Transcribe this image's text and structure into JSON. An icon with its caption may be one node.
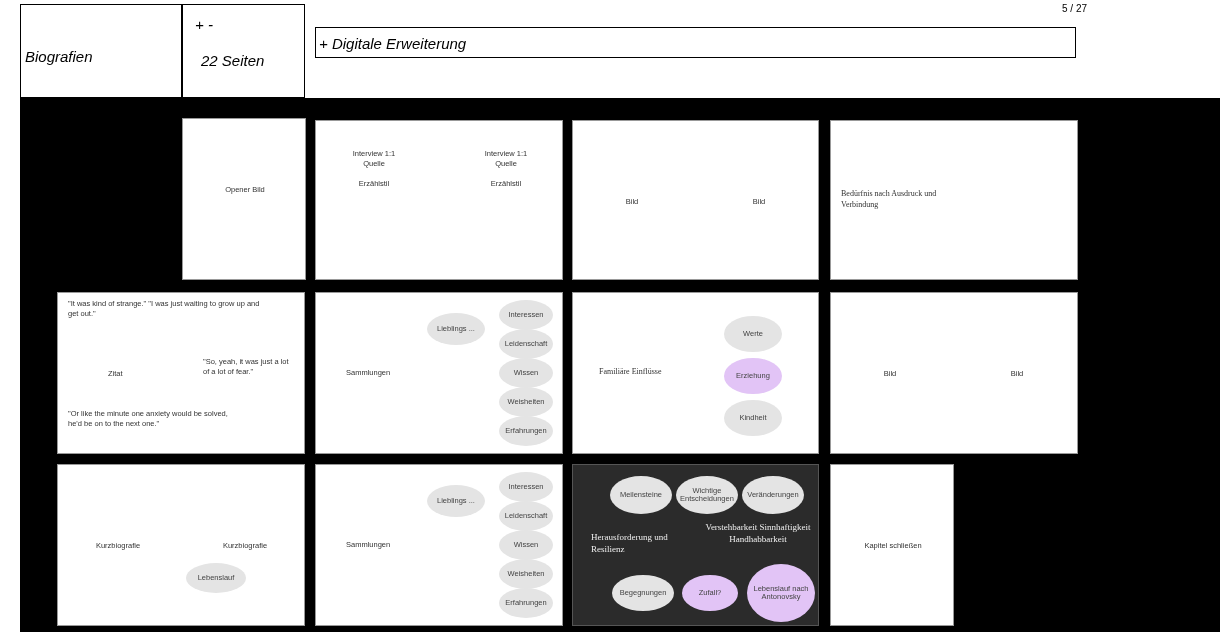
{
  "diagram": {
    "nodes": [
      {
        "text": [
          "Biografien"
        ]
      },
      {
        "text": [
          "+ -",
          "22 Seiten"
        ]
      },
      {
        "text": [
          "+ Digitale Erweiterung"
        ]
      },
      {
        "text": [
          "Opener Bild"
        ]
      },
      {
        "text": [
          "Interview 1:1 Quelle",
          "Erzählstil",
          "Interview 1:1 Quelle",
          "Erzählstil"
        ]
      },
      {
        "text": [
          "Bild",
          "Bild"
        ]
      },
      {
        "text": [
          "Bedürfnis nach Ausdruck und Verbindung"
        ]
      },
      {
        "text": [
          "\"It was kind of strange.\" \"I was just waiting to grow up and get out.\"",
          "Zitat",
          "\"So, yeah, it was just a lot of a lot of fear.\"",
          "\"Or like the minute one anxiety would be solved, he'd be on to the next one.\""
        ]
      },
      {
        "text": [
          "Sammlungen"
        ]
      },
      {
        "text": [
          "Lieblings ..."
        ],
        "in": 8
      },
      {
        "text": [
          "Interessen"
        ],
        "in": 8
      },
      {
        "text": [
          "Leidenschaft"
        ],
        "in": 8
      },
      {
        "text": [
          "Wissen"
        ],
        "in": 8
      },
      {
        "text": [
          "Weisheiten"
        ],
        "in": 8
      },
      {
        "text": [
          "Erfahrungen"
        ],
        "in": 8
      },
      {
        "text": [
          "Familiäre Einflüsse"
        ]
      },
      {
        "text": [
          "Werte"
        ],
        "in": 15
      },
      {
        "text": [
          "Erziehung"
        ],
        "in": 15
      },
      {
        "text": [
          "Kindheit"
        ],
        "in": 15
      },
      {
        "text": [
          "Bild",
          "Bild"
        ]
      },
      {
        "text": [
          "Kurzbiografie",
          "Kurzbiografie"
        ]
      },
      {
        "text": [
          "Lebenslauf"
        ],
        "in": 20
      },
      {
        "text": [
          "Sammlungen"
        ]
      },
      {
        "text": [
          "Lieblings ..."
        ],
        "in": 22
      },
      {
        "text": [
          "Interessen"
        ],
        "in": 22
      },
      {
        "text": [
          "Leidenschaft"
        ],
        "in": 22
      },
      {
        "text": [
          "Wissen"
        ],
        "in": 22
      },
      {
        "text": [
          "Weisheiten"
        ],
        "in": 22
      },
      {
        "text": [
          "Erfahrungen"
        ],
        "in": 22
      },
      {
        "text": [
          "Herausforderung und Resilienz",
          "Verstehbarkeit Sinnhaftigkeit Handhabbarkeit"
        ]
      },
      {
        "text": [
          "Meilensteine"
        ],
        "in": 29
      },
      {
        "text": [
          "Wichtige Entscheidungen"
        ],
        "in": 29
      },
      {
        "text": [
          "Veränderungen"
        ],
        "in": 29
      },
      {
        "text": [
          "Begegnungen"
        ],
        "in": 29
      },
      {
        "text": [
          "Zufall?"
        ],
        "in": 29
      },
      {
        "text": [
          "Lebenslauf nach Antonovsky"
        ],
        "in": 29
      },
      {
        "text": [
          "Kapitel schließen"
        ]
      }
    ],
    "labels": [
      "5 / 27"
    ]
  }
}
